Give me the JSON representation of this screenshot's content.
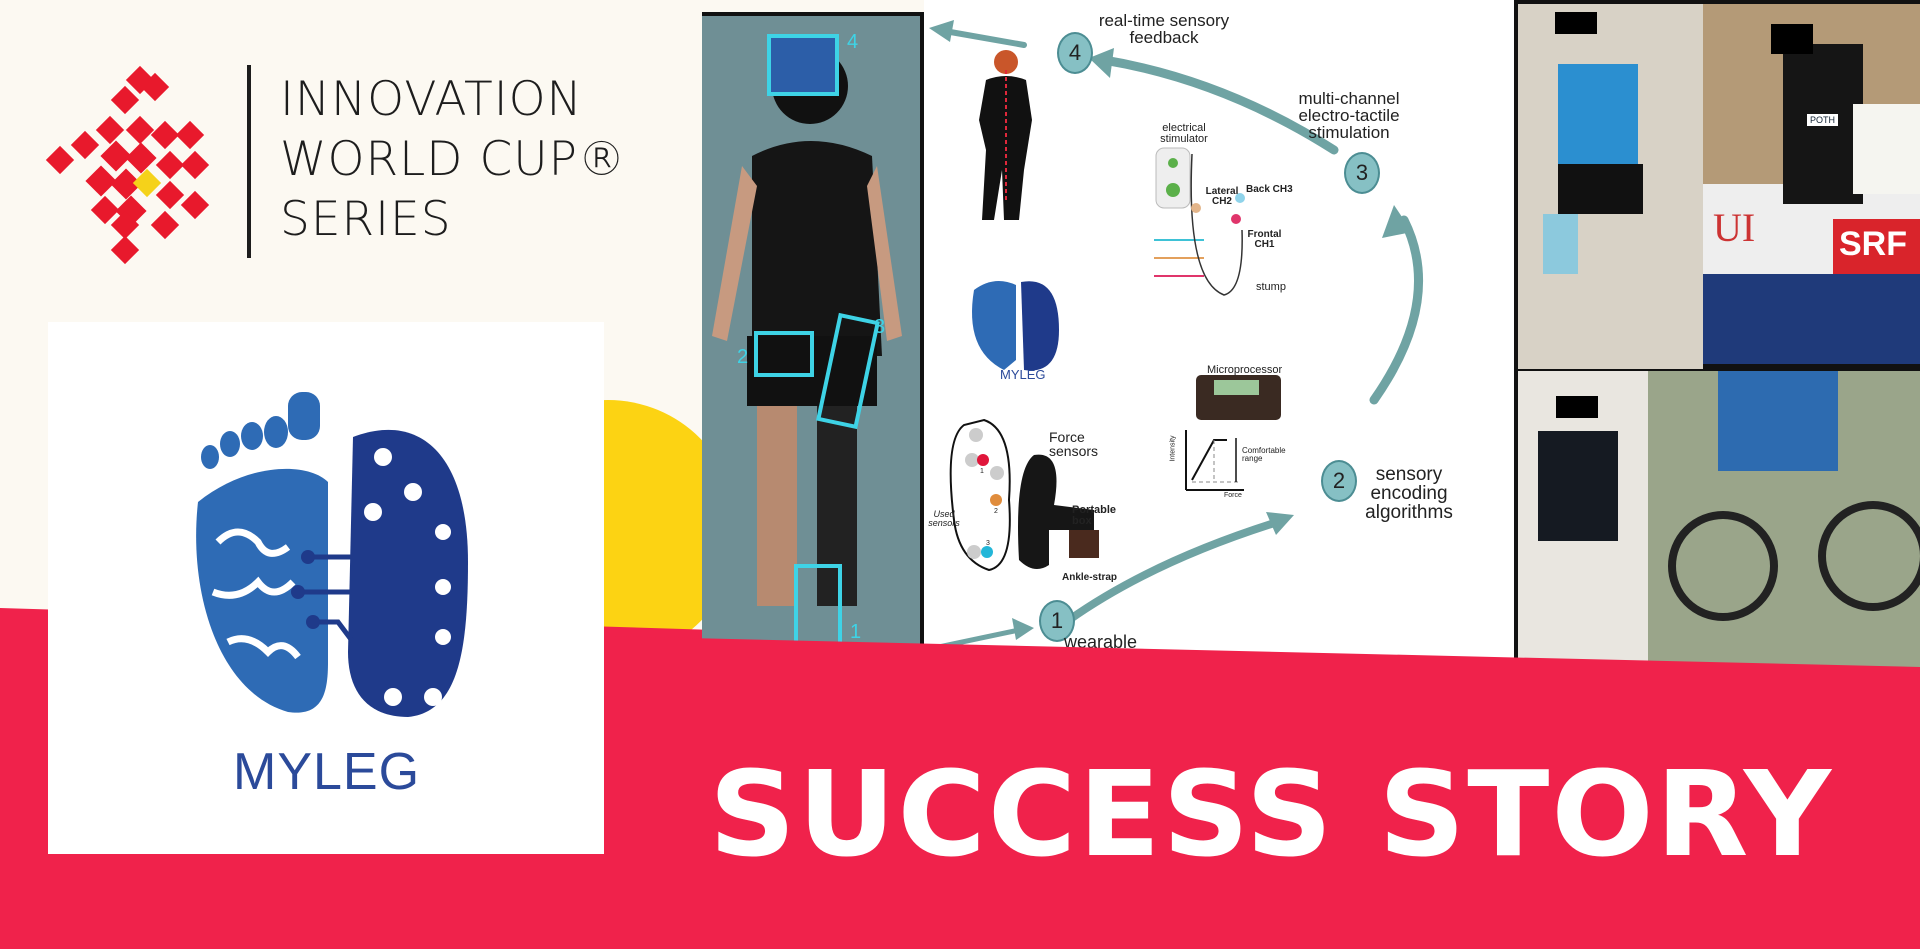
{
  "brand": {
    "line1": "INNOVATION",
    "line2": "WORLD CUP®",
    "line3": "SERIES",
    "logo_red": "#e8192c",
    "logo_yellow": "#f5d21a"
  },
  "myleg_logo": {
    "text": "MYLEG",
    "color_light": "#2e6bb5",
    "color_dark": "#1f3a8a"
  },
  "banner": {
    "title": "SUCCESS STORY",
    "band_color": "#f0224b",
    "accent_circle": "#fcd313"
  },
  "photo_left": {
    "box_labels": [
      "4",
      "3",
      "2",
      "1"
    ]
  },
  "diagram": {
    "steps": [
      {
        "num": "1",
        "label": "wearable"
      },
      {
        "num": "2",
        "label": "sensory encoding algorithms"
      },
      {
        "num": "3",
        "label": "multi-channel electro-tactile stimulation"
      },
      {
        "num": "4",
        "label": "real-time sensory feedback"
      }
    ],
    "stimulator": "electrical stimulator",
    "channels": {
      "lateral": "Lateral CH2",
      "back": "Back CH3",
      "frontal": "Frontal CH1",
      "stump": "stump"
    },
    "microprocessor": "Microprocessor",
    "graph": {
      "ylabel": "Intensity",
      "xlabel": "Force",
      "range": "Comfortable range"
    },
    "insole": {
      "force": "Force sensors",
      "used": "Used sensors",
      "portable": "Portable box",
      "strap": "Ankle-strap",
      "sensor_nums": [
        "1",
        "2",
        "3"
      ]
    },
    "logo_text": "MYLEG",
    "arrow_color": "#6fa3a3"
  },
  "photos": {
    "signs": [
      "UI",
      "SRF",
      "POTH"
    ]
  }
}
